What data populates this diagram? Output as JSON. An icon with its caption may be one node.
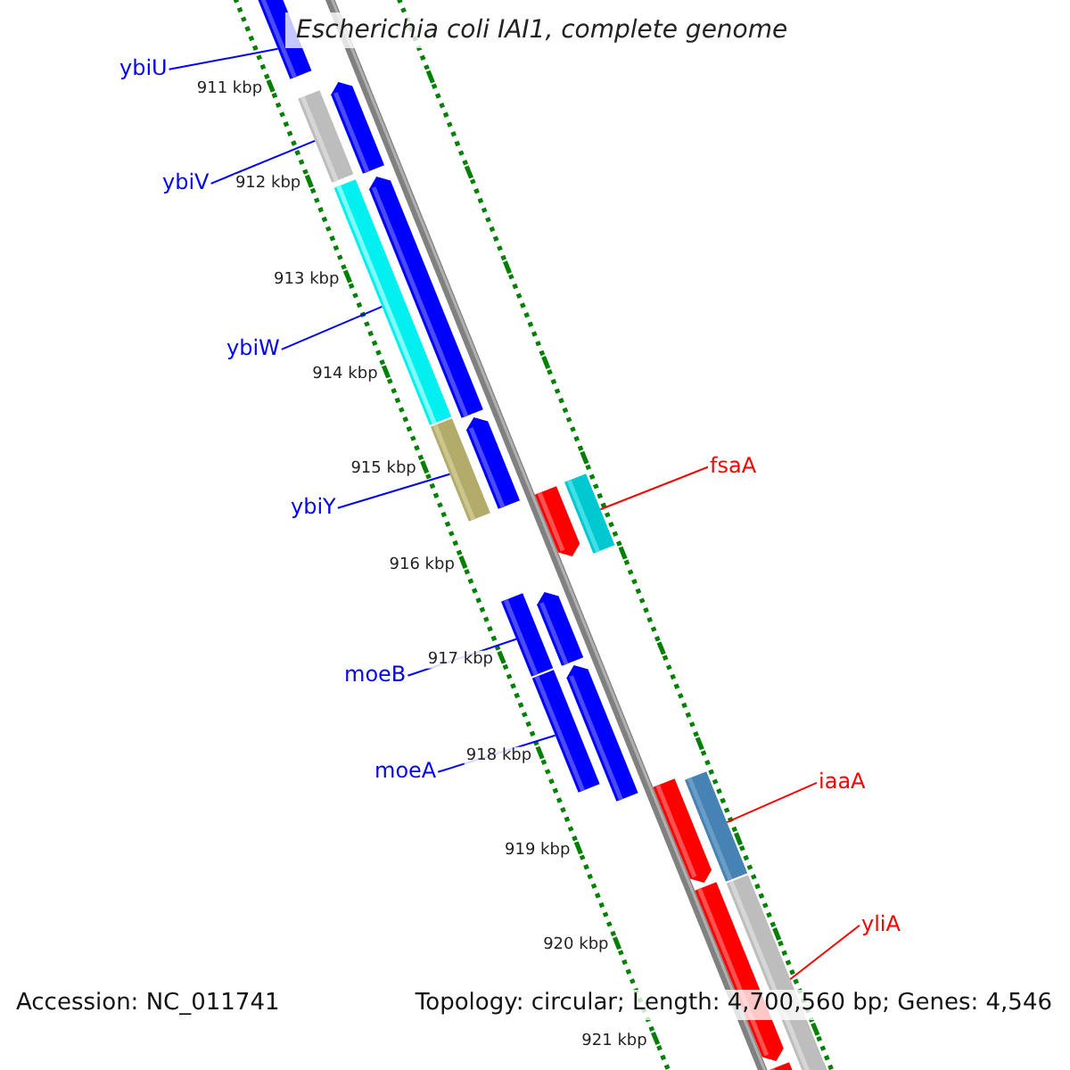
{
  "diagram": {
    "title": "Escherichia coli IAI1, complete genome",
    "nodes": [
      {
        "text": [
          "ybiU"
        ]
      },
      {
        "text": [
          "ybiV"
        ]
      },
      {
        "text": [
          "ybiW"
        ]
      },
      {
        "text": [
          "ybiY"
        ]
      },
      {
        "text": [
          "moeB"
        ]
      },
      {
        "text": [
          "moeA"
        ]
      },
      {
        "text": [
          "fsaA"
        ]
      },
      {
        "text": [
          "iaaA"
        ]
      },
      {
        "text": [
          "yliA"
        ]
      },
      {
        "text": [],
        "shape": "bar"
      },
      {
        "text": [],
        "shape": "bar"
      },
      {
        "text": [],
        "shape": "bar"
      },
      {
        "text": [],
        "shape": "bar"
      },
      {
        "text": [],
        "shape": "bar"
      },
      {
        "text": [],
        "shape": "bar"
      },
      {
        "text": [],
        "shape": "bar"
      },
      {
        "text": [],
        "shape": "bar"
      },
      {
        "text": [],
        "shape": "bar"
      }
    ],
    "edges": [
      {
        "from": 0,
        "to": 9,
        "arrow": "none"
      },
      {
        "from": 1,
        "to": 10,
        "arrow": "none"
      },
      {
        "from": 2,
        "to": 11,
        "arrow": "none"
      },
      {
        "from": 3,
        "to": 12,
        "arrow": "none"
      },
      {
        "from": 4,
        "to": 13,
        "arrow": "none"
      },
      {
        "from": 5,
        "to": 14,
        "arrow": "none"
      },
      {
        "from": 6,
        "to": 15,
        "arrow": "none",
        "color": "#ff0000"
      },
      {
        "from": 7,
        "to": 16,
        "arrow": "none",
        "color": "#ff0000"
      },
      {
        "from": 8,
        "to": 17,
        "arrow": "none",
        "color": "#ff0000"
      }
    ],
    "labels": [
      "911 kbp",
      "912 kbp",
      "913 kbp",
      "914 kbp",
      "915 kbp",
      "916 kbp",
      "917 kbp",
      "918 kbp",
      "919 kbp",
      "920 kbp",
      "921 kbp",
      "Accession: NC_011741",
      "Topology: circular; Length: 4,700,560 bp; Genes: 4,546"
    ]
  }
}
